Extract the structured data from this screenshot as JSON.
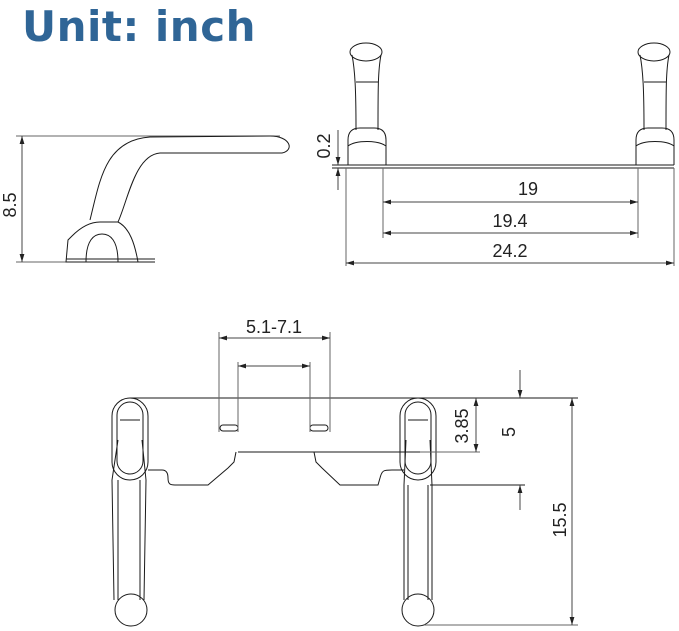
{
  "title": "Unit: inch",
  "colors": {
    "title": "#2f6596",
    "line": "#1a1a1a",
    "dim_line": "#555555"
  },
  "side_view": {
    "height_label": "8.5"
  },
  "front_view": {
    "thickness_label": "0.2",
    "inner_span_label": "19",
    "hole_span_label": "19.4",
    "overall_width_label": "24.2"
  },
  "top_view": {
    "slot_spacing_label": "5.1-7.1",
    "slot_depth_label": "3.85",
    "plate_depth_label": "5",
    "overall_depth_label": "15.5"
  }
}
